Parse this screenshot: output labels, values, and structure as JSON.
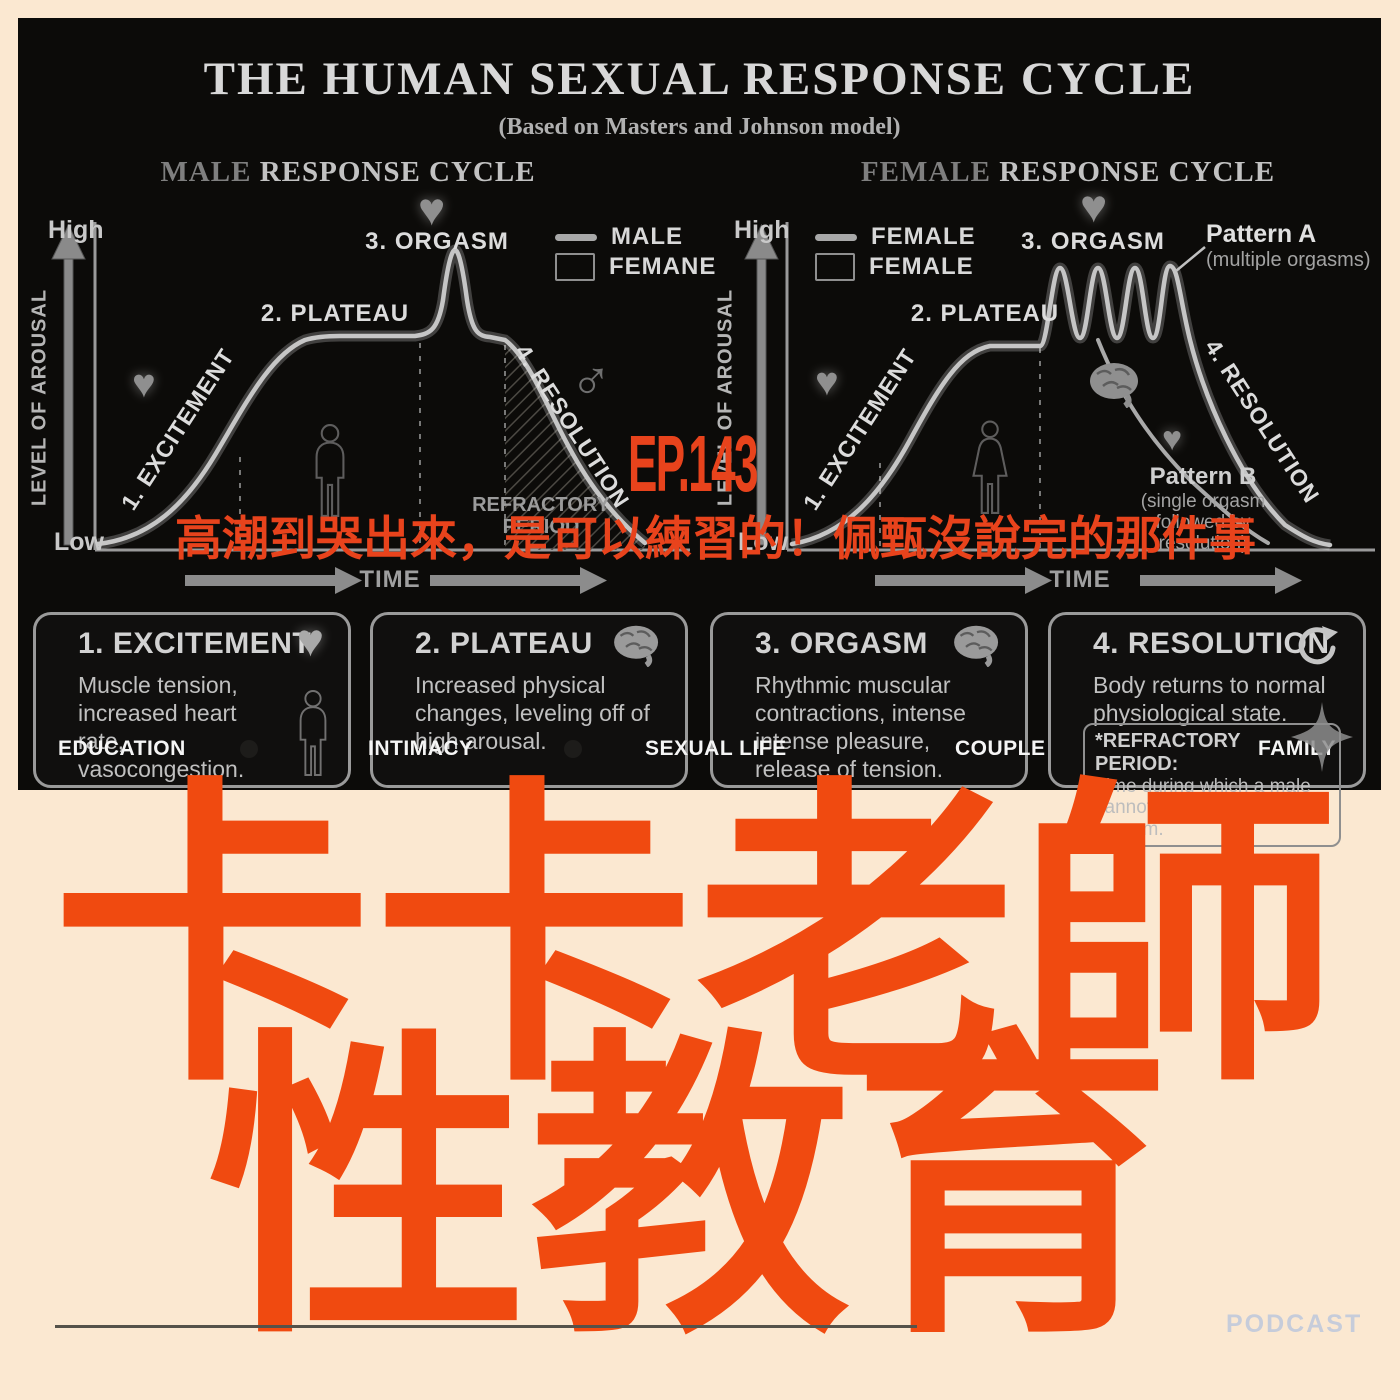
{
  "infographic": {
    "title": "THE HUMAN SEXUAL RESPONSE CYCLE",
    "subtitle": "(Based on Masters and Johnson model)",
    "male": {
      "header_accent": "MALE",
      "header_rest": " RESPONSE CYCLE",
      "legend_line_label": "MALE",
      "legend_box_label": "FEMANE",
      "y_high": "High",
      "y_low": "Low",
      "y_axis": "LEVEL OF AROUSAL",
      "x_axis": "TIME",
      "phase1": "1. EXCITEMENT",
      "phase2": "2. PLATEAU",
      "phase3": "3. ORGASM",
      "phase4": "4. RESOLUTION",
      "refractory_line1": "REFRACTORY",
      "refractory_line2": "PERIOD"
    },
    "female": {
      "header_accent": "FEMALE",
      "header_rest": " RESPONSE CYCLE",
      "legend_line_label": "FEMALE",
      "legend_box_label": "FEMALE",
      "y_high": "High",
      "y_low": "Low",
      "y_axis": "LEVEL OF AROUSAL",
      "x_axis": "TIME",
      "phase1": "1. EXCITEMENT",
      "phase2": "2. PLATEAU",
      "phase3": "3. ORGASM",
      "phase4": "4. RESOLUTION",
      "pattern_a": "Pattern A",
      "pattern_a_sub": "(multiple orgasms)",
      "pattern_b": "Pattern B",
      "pattern_b_sub1": "(single orgasm",
      "pattern_b_sub2": "followed by",
      "pattern_b_sub3": "resolution)"
    },
    "cards": [
      {
        "title": "1. EXCITEMENT",
        "body": "Muscle tension, increased heart rate, vasocongestion."
      },
      {
        "title": "2. PLATEAU",
        "body": "Increased physical changes, leveling off of high arousal."
      },
      {
        "title": "3. ORGASM",
        "body": "Rhythmic muscular contractions, intense intense pleasure, release of tension."
      },
      {
        "title": "4. RESOLUTION",
        "body": "Body returns to normal physiological state.",
        "note_title": "*REFRACTORY PERIOD:",
        "note_body": "Time during which a male cannot achieve another orgasm."
      }
    ],
    "overlay_labels": [
      "EDUCATION",
      "INTIMACY",
      "SEXUAL LIFE",
      "COUPLE",
      "FAMILY"
    ],
    "icons": {
      "heart": "♥",
      "male_symbol": "♂"
    }
  },
  "episode": {
    "code": "EP.143",
    "headline": "高潮到哭出來，是可以練習的！佩甄沒說完的那件事"
  },
  "branding": {
    "line1": "卡卡老師",
    "line2": "性教育",
    "podcast": "PODCAST"
  },
  "colors": {
    "accent_orange": "#F04A10",
    "overlay_orange": "#E8431C",
    "cream_background": "#FBE8D1",
    "panel_black": "#0C0B09",
    "curve_gray": "#C6C6C6"
  },
  "chart_data": [
    {
      "type": "line",
      "title": "MALE RESPONSE CYCLE",
      "xlabel": "TIME",
      "ylabel": "LEVEL OF AROUSAL",
      "y_range": [
        "Low",
        "High"
      ],
      "phases": [
        "1. EXCITEMENT",
        "2. PLATEAU",
        "3. ORGASM",
        "4. RESOLUTION"
      ],
      "shape": "rise to plateau, single sharp orgasm spike, resolution decline with hatched refractory period"
    },
    {
      "type": "line",
      "title": "FEMALE RESPONSE CYCLE",
      "xlabel": "TIME",
      "ylabel": "LEVEL OF AROUSAL",
      "y_range": [
        "Low",
        "High"
      ],
      "phases": [
        "1. EXCITEMENT",
        "2. PLATEAU",
        "3. ORGASM",
        "4. RESOLUTION"
      ],
      "shape": "rise to plateau, multiple orgasm oscillations (Pattern A: multiple orgasms) and Pattern B: single orgasm followed by resolution"
    }
  ]
}
